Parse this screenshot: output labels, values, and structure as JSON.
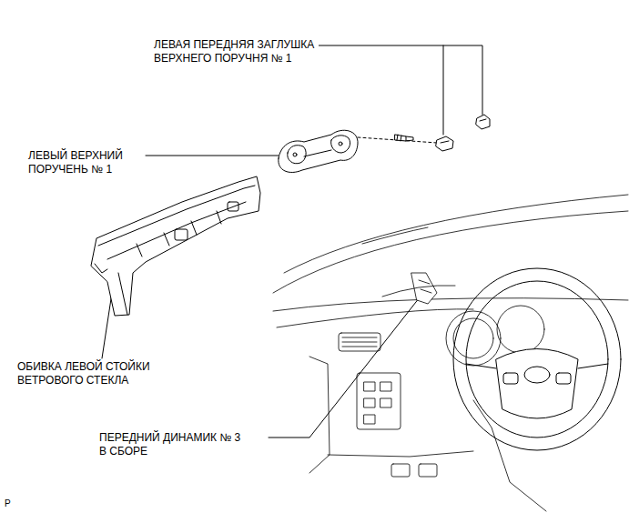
{
  "diagram": {
    "labels": [
      "ЛЕВАЯ ПЕРЕДНЯЯ ЗАГЛУШКА ВЕРХНЕГО ПОРУЧНЯ № 1",
      "ЛЕВЫЙ ВЕРХНИЙ ПОРУЧЕНЬ № 1",
      "ОБИВКА ЛЕВОЙ СТОЙКИ ВЕТРОВОГО СТЕКЛА",
      "ПЕРЕДНИЙ ДИНАМИК № 3 В СБОРЕ",
      "P"
    ]
  }
}
